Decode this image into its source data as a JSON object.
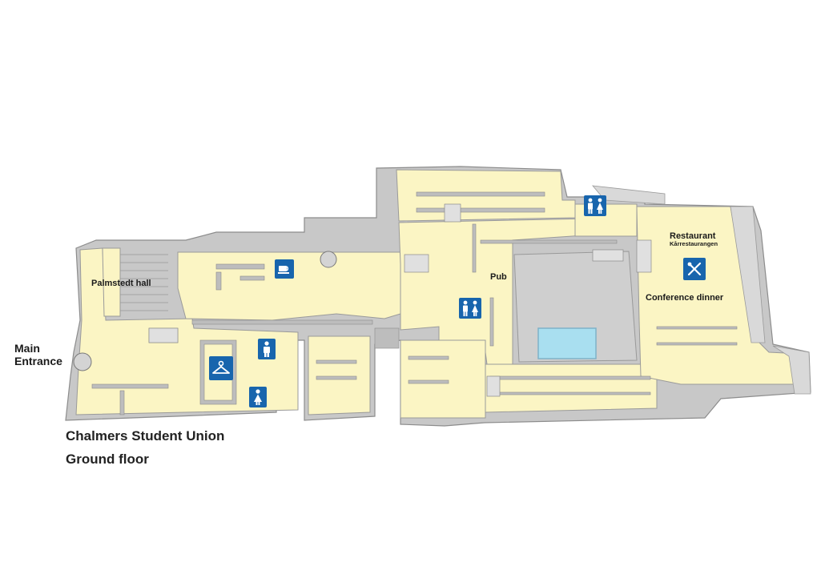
{
  "labels": {
    "main_entrance_line1": "Main",
    "main_entrance_line2": "Entrance",
    "palmstedt_hall": "Palmstedt hall",
    "pub": "Pub",
    "restaurant": "Restaurant",
    "restaurant_sub": "Kårrestaurangen",
    "conference_dinner": "Conference dinner"
  },
  "title": {
    "line1": "Chalmers Student Union",
    "line2": "Ground floor"
  },
  "icons": [
    "coffee-icon",
    "wardrobe-hanger-icon",
    "toilet-male-icon",
    "toilet-female-icon",
    "toilets-icon",
    "restaurant-cutlery-icon"
  ],
  "colors": {
    "floor": "#fbf5c4",
    "wall_gray": "#c8c8c8",
    "wall_dark": "#9a9a9a",
    "courtyard": "#cfcfcf",
    "water": "#a9dff0",
    "icon_blue": "#1865ad"
  }
}
